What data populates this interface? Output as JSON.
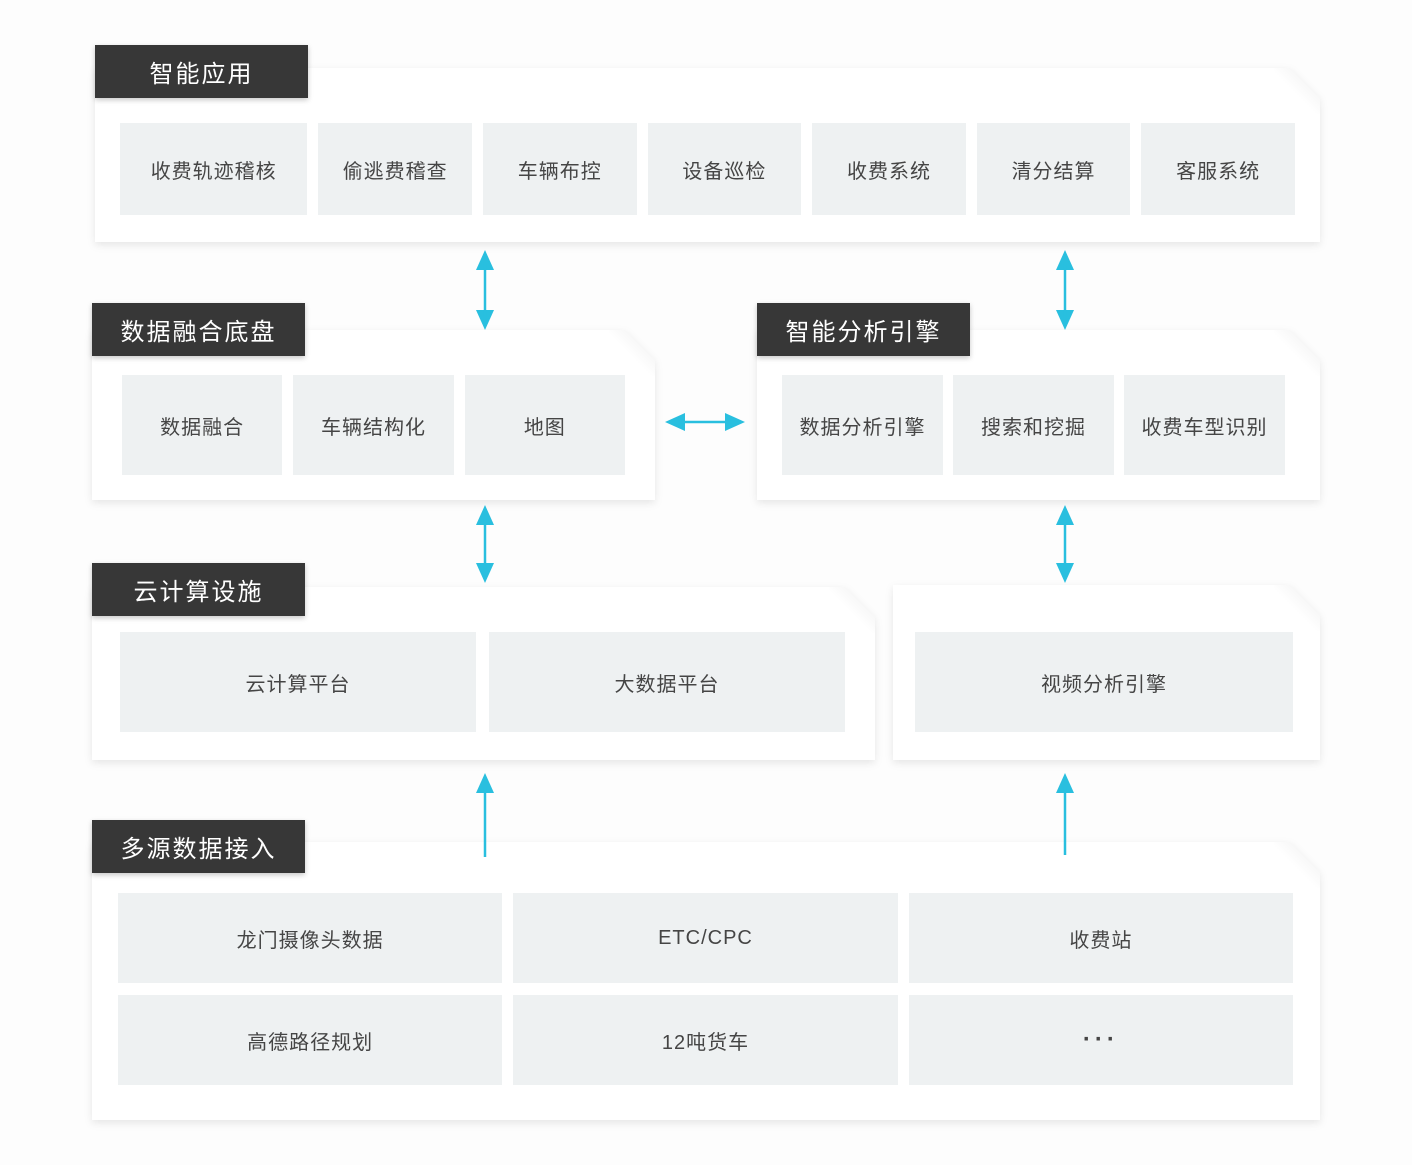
{
  "colors": {
    "accent": "#29bfdf",
    "header_bg": "#373737",
    "header_text": "#ffffff",
    "panel_bg": "#ffffff",
    "item_bg": "#eef1f2",
    "item_text": "#454545",
    "page_bg": "#fdfdfd"
  },
  "sections": {
    "apps": {
      "title": "智能应用",
      "items": [
        "收费轨迹稽核",
        "偷逃费稽查",
        "车辆布控",
        "设备巡检",
        "收费系统",
        "清分结算",
        "客服系统"
      ]
    },
    "fusion": {
      "title": "数据融合底盘",
      "items": [
        "数据融合",
        "车辆结构化",
        "地图"
      ]
    },
    "analysis": {
      "title": "智能分析引擎",
      "items": [
        "数据分析引擎",
        "搜索和挖掘",
        "收费车型识别"
      ]
    },
    "cloud": {
      "title": "云计算设施",
      "items": [
        "云计算平台",
        "大数据平台"
      ]
    },
    "video": {
      "items": [
        "视频分析引擎"
      ]
    },
    "sources": {
      "title": "多源数据接入",
      "items": [
        "龙门摄像头数据",
        "ETC/CPC",
        "收费站",
        "高德路径规划",
        "12吨货车",
        "···"
      ]
    }
  }
}
